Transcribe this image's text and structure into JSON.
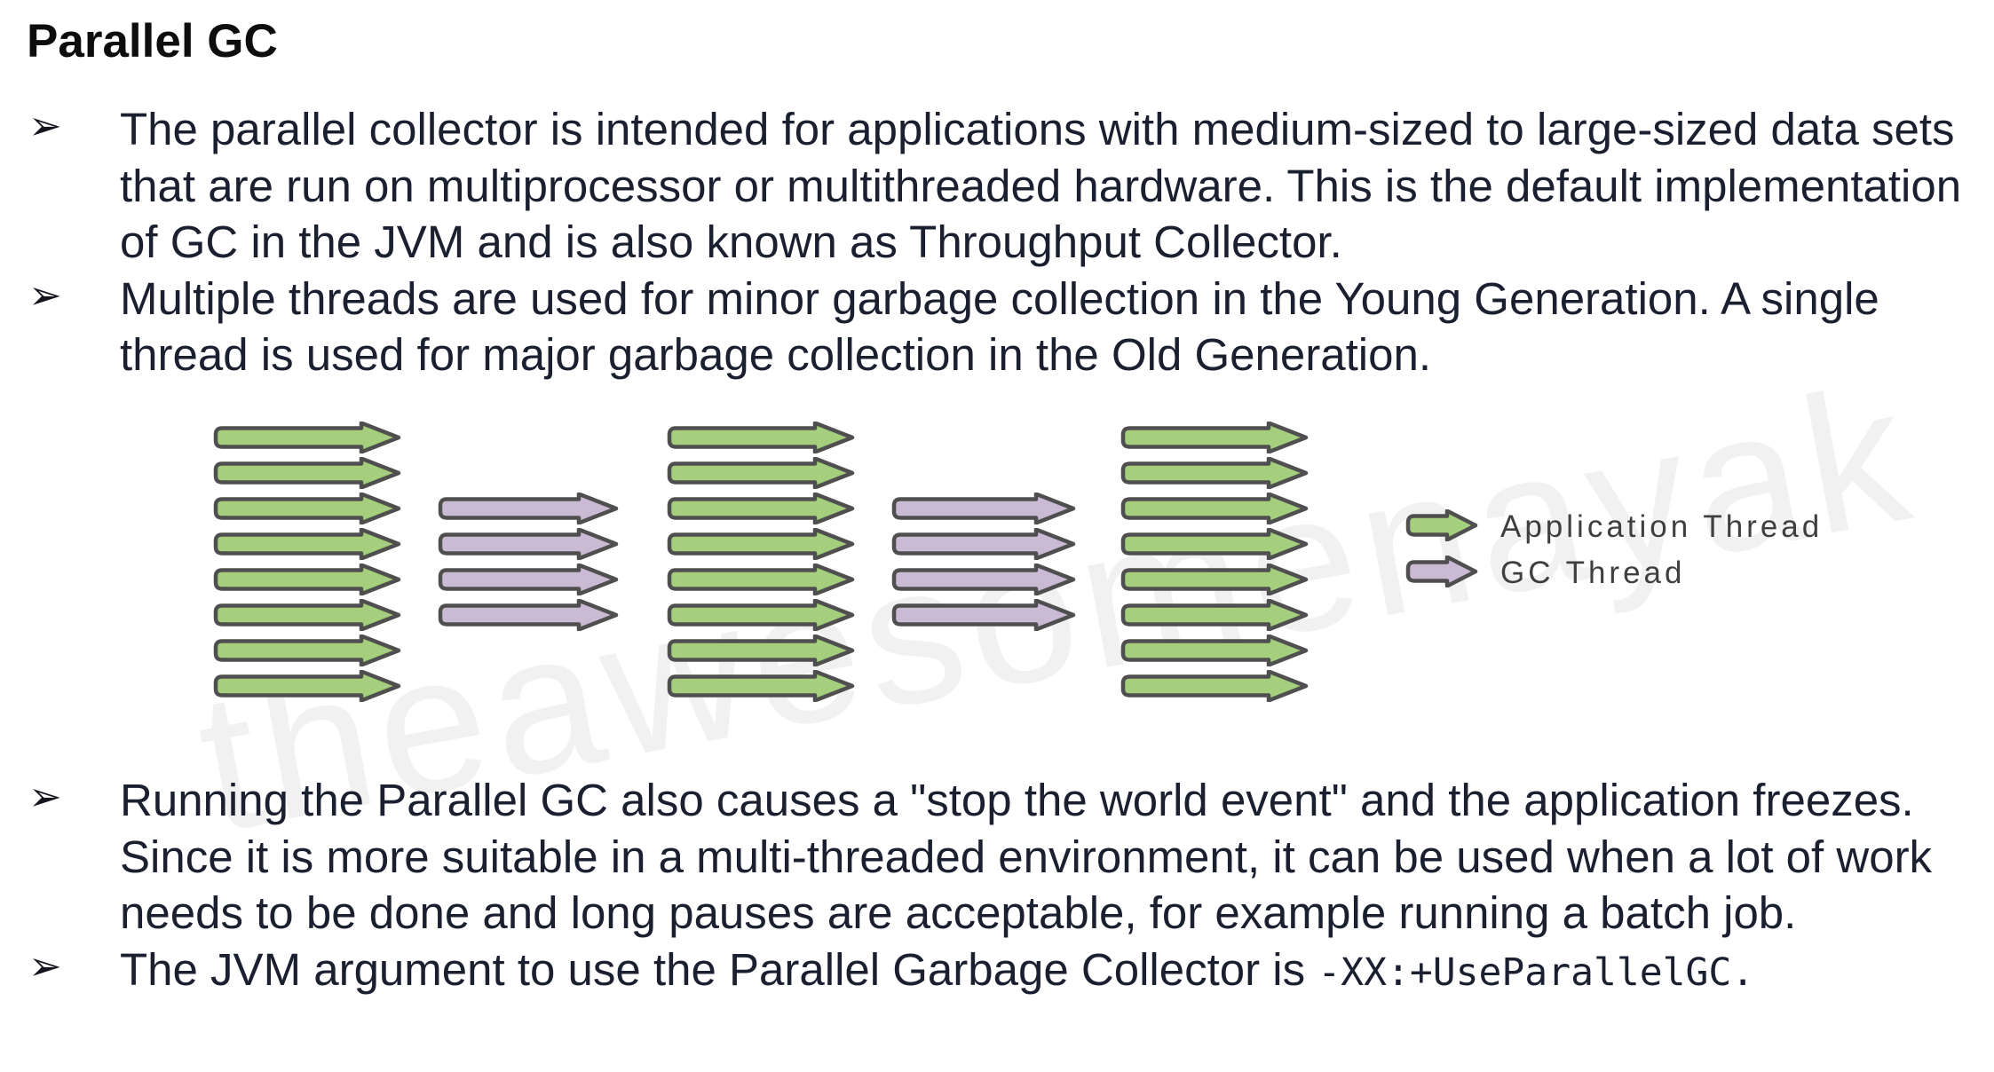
{
  "title": "Parallel GC",
  "bullet_glyph": "➢",
  "bullets_top": [
    {
      "text": "The parallel collector is intended for applications with medium-sized to large-sized data sets that are run on multiprocessor or multithreaded hardware. This is the default implementation of GC in the JVM and is also known as Throughput Collector."
    },
    {
      "text": "Multiple threads are used for minor garbage collection in the Young Generation. A single thread is used for major garbage collection in the Old Generation."
    }
  ],
  "bullets_bottom": [
    {
      "text": "Running the Parallel GC also causes a \"stop the world event\" and the application freezes. Since it is more suitable in a multi-threaded environment, it can be used when a lot of work needs to be done and long pauses are acceptable, for example running a batch job."
    },
    {
      "text_prefix": "The JVM argument to use the Parallel Garbage Collector is ",
      "code": "-XX:+UseParallelGC."
    }
  ],
  "diagram": {
    "columns": [
      {
        "type": "application",
        "count": 8
      },
      {
        "type": "gc",
        "count": 4
      },
      {
        "type": "application",
        "count": 8
      },
      {
        "type": "gc",
        "count": 4
      },
      {
        "type": "application",
        "count": 8
      }
    ],
    "arrow_colors": {
      "application_fill": "#a5cf7d",
      "gc_fill": "#cabad4",
      "outline": "#4f4f4f"
    },
    "legend": [
      {
        "label": "Application Thread",
        "type": "application"
      },
      {
        "label": "GC Thread",
        "type": "gc"
      }
    ],
    "watermark": "theawesomenayak"
  }
}
